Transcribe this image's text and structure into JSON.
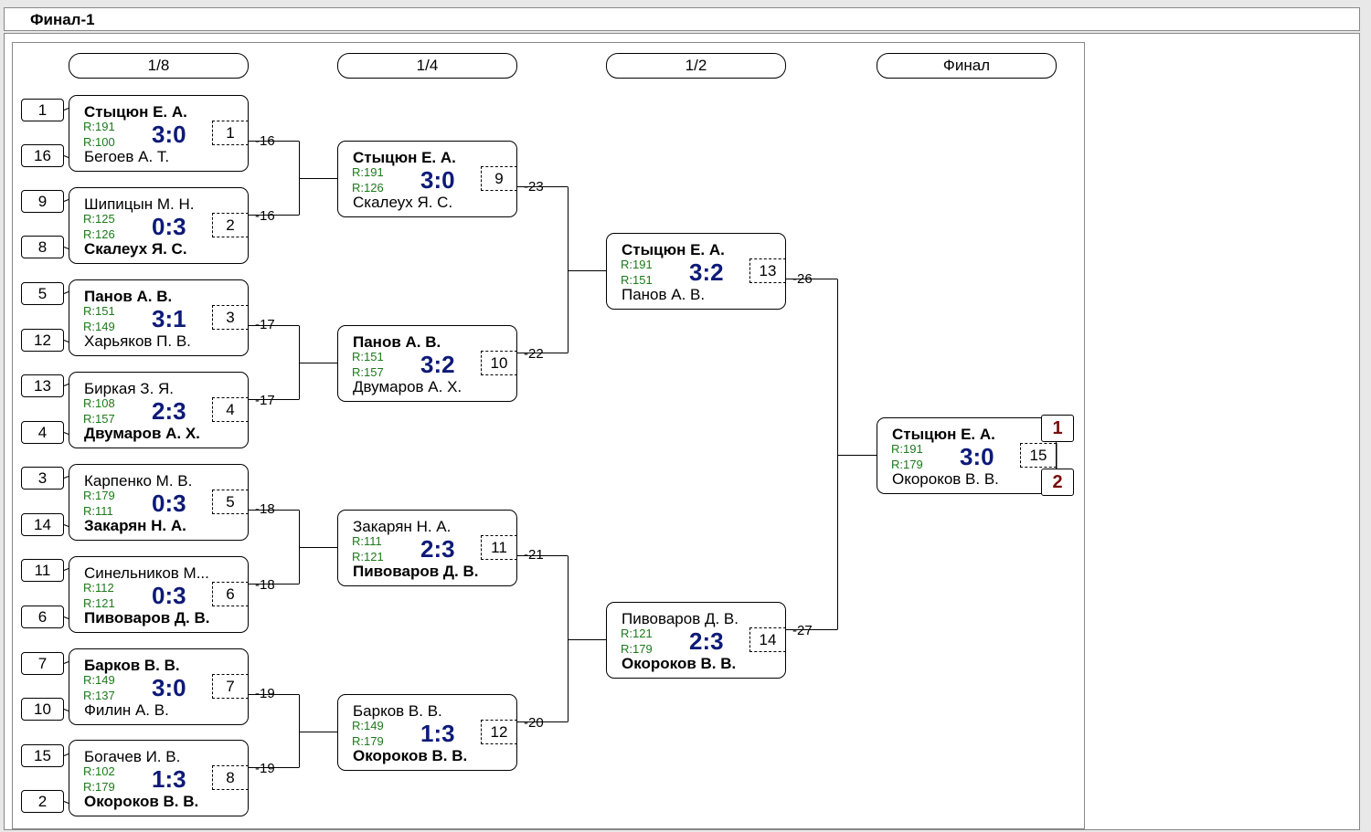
{
  "title": "Финал-1",
  "rounds": [
    "1/8",
    "1/4",
    "1/2",
    "Финал"
  ],
  "seeds": [
    "1",
    "16",
    "9",
    "8",
    "5",
    "12",
    "13",
    "4",
    "3",
    "14",
    "11",
    "6",
    "7",
    "10",
    "15",
    "2"
  ],
  "matches": [
    {
      "number": "1",
      "p1": "Стыцюн Е. А.",
      "p2": "Бегоев А. Т.",
      "r1": "R:191",
      "r2": "R:100",
      "score": "3:0",
      "winner": 1,
      "loser_label": "-16"
    },
    {
      "number": "2",
      "p1": "Шипицын М. Н.",
      "p2": "Скалеух Я. С.",
      "r1": "R:125",
      "r2": "R:126",
      "score": "0:3",
      "winner": 2,
      "loser_label": "-16"
    },
    {
      "number": "3",
      "p1": "Панов А. В.",
      "p2": "Харьяков П. В.",
      "r1": "R:151",
      "r2": "R:149",
      "score": "3:1",
      "winner": 1,
      "loser_label": "-17"
    },
    {
      "number": "4",
      "p1": "Биркая З. Я.",
      "p2": "Двумаров А. Х.",
      "r1": "R:108",
      "r2": "R:157",
      "score": "2:3",
      "winner": 2,
      "loser_label": "-17"
    },
    {
      "number": "5",
      "p1": "Карпенко М. В.",
      "p2": "Закарян Н. А.",
      "r1": "R:179",
      "r2": "R:111",
      "score": "0:3",
      "winner": 2,
      "loser_label": "-18"
    },
    {
      "number": "6",
      "p1": "Синельников М...",
      "p2": "Пивоваров Д. В.",
      "r1": "R:112",
      "r2": "R:121",
      "score": "0:3",
      "winner": 2,
      "loser_label": "-18"
    },
    {
      "number": "7",
      "p1": "Барков В. В.",
      "p2": "Филин А. В.",
      "r1": "R:149",
      "r2": "R:137",
      "score": "3:0",
      "winner": 1,
      "loser_label": "-19"
    },
    {
      "number": "8",
      "p1": "Богачев И. В.",
      "p2": "Окороков В. В.",
      "r1": "R:102",
      "r2": "R:179",
      "score": "1:3",
      "winner": 2,
      "loser_label": "-19"
    },
    {
      "number": "9",
      "p1": "Стыцюн Е. А.",
      "p2": "Скалеух Я. С.",
      "r1": "R:191",
      "r2": "R:126",
      "score": "3:0",
      "winner": 1,
      "loser_label": "-23"
    },
    {
      "number": "10",
      "p1": "Панов А. В.",
      "p2": "Двумаров А. Х.",
      "r1": "R:151",
      "r2": "R:157",
      "score": "3:2",
      "winner": 1,
      "loser_label": "-22"
    },
    {
      "number": "11",
      "p1": "Закарян Н. А.",
      "p2": "Пивоваров Д. В.",
      "r1": "R:111",
      "r2": "R:121",
      "score": "2:3",
      "winner": 2,
      "loser_label": "-21"
    },
    {
      "number": "12",
      "p1": "Барков В. В.",
      "p2": "Окороков В. В.",
      "r1": "R:149",
      "r2": "R:179",
      "score": "1:3",
      "winner": 2,
      "loser_label": "-20"
    },
    {
      "number": "13",
      "p1": "Стыцюн Е. А.",
      "p2": "Панов А. В.",
      "r1": "R:191",
      "r2": "R:151",
      "score": "3:2",
      "winner": 1,
      "loser_label": "-26"
    },
    {
      "number": "14",
      "p1": "Пивоваров Д. В.",
      "p2": "Окороков В. В.",
      "r1": "R:121",
      "r2": "R:179",
      "score": "2:3",
      "winner": 2,
      "loser_label": "-27"
    },
    {
      "number": "15",
      "p1": "Стыцюн Е. А.",
      "p2": "Окороков В. В.",
      "r1": "R:191",
      "r2": "R:179",
      "score": "3:0",
      "winner": 1,
      "loser_label": ""
    }
  ],
  "places": [
    "1",
    "2"
  ],
  "colors": {
    "score": "#0d1a78",
    "rating": "#1c7a1c",
    "place": "#7a0e0e"
  }
}
